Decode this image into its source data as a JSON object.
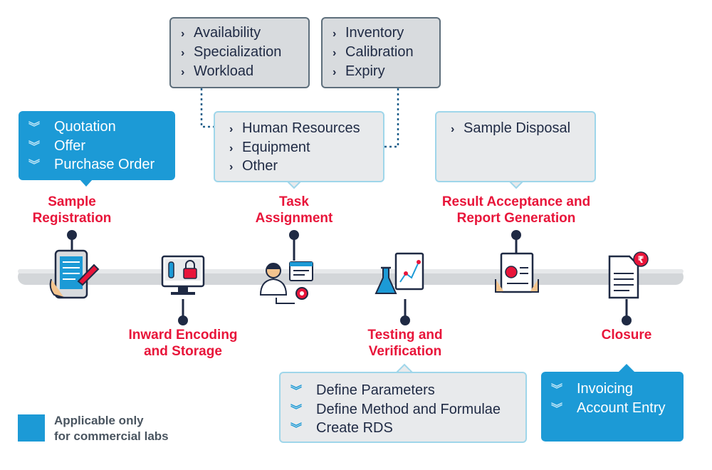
{
  "top_boxes": {
    "staff_factors": [
      "Availability",
      "Specialization",
      "Workload"
    ],
    "equipment_factors": [
      "Inventory",
      "Calibration",
      "Expiry"
    ]
  },
  "callouts": {
    "sample_registration": [
      "Quotation",
      "Offer",
      "Purchase Order"
    ],
    "task_assignment": [
      "Human Resources",
      "Equipment",
      "Other"
    ],
    "result_acceptance": [
      "Sample Disposal"
    ],
    "testing": [
      "Define Parameters",
      "Define Method and Formulae",
      "Create RDS"
    ],
    "closure": [
      "Invoicing",
      "Account Entry"
    ]
  },
  "stages": [
    {
      "label": "Sample\nRegistration",
      "icon": "tablet-form-icon"
    },
    {
      "label": "Inward Encoding\nand Storage",
      "icon": "monitor-lock-icon"
    },
    {
      "label": "Task\nAssignment",
      "icon": "scientist-gear-icon"
    },
    {
      "label": "Testing and\nVerification",
      "icon": "flask-chart-icon"
    },
    {
      "label": "Result Acceptance and\nReport Generation",
      "icon": "report-hands-icon"
    },
    {
      "label": "Closure",
      "icon": "rupee-invoice-icon"
    }
  ],
  "legend": {
    "text": "Applicable only\nfor commercial labs",
    "color": "#1c9ad6"
  },
  "colors": {
    "accent_red": "#e8153a",
    "commercial_blue": "#1c9ad6",
    "navy": "#1f2a44",
    "grey_box": "#d8dbde",
    "light_box": "#e8eaec"
  }
}
